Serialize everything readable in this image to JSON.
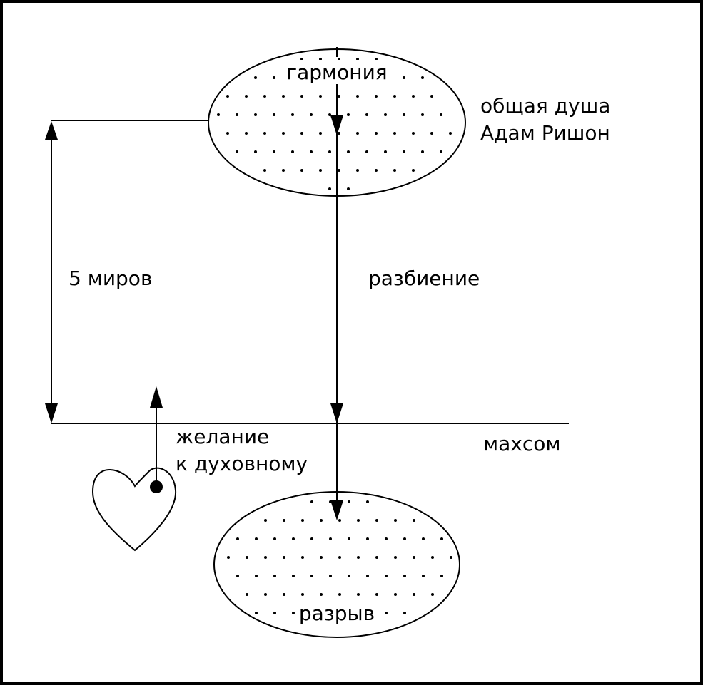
{
  "labels": {
    "harmony": "гармония",
    "common_soul_line1": "общая душа",
    "common_soul_line2": "Адам Ришон",
    "five_worlds": "5 миров",
    "breaking": "разбиение",
    "desire_line1": "желание",
    "desire_line2": "к духовному",
    "machsom": "махсом",
    "rupture": "разрыв"
  },
  "colors": {
    "stroke": "#000000",
    "background": "#ffffff"
  }
}
